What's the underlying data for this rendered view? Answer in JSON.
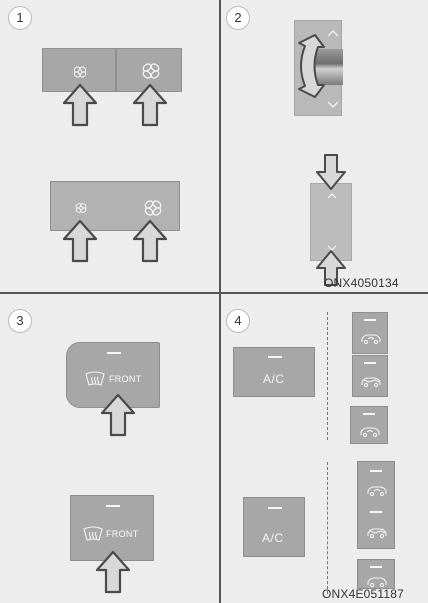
{
  "panels": {
    "p1": {
      "number": "1"
    },
    "p2": {
      "number": "2",
      "code": "ONX4050134"
    },
    "p3": {
      "number": "3",
      "front_label": "FRONT"
    },
    "p4": {
      "number": "4",
      "ac_label": "A/C",
      "code": "ONX4E051187"
    }
  },
  "icons": {
    "fan_low": "fan-low-icon",
    "fan_high": "fan-high-icon",
    "defrost": "front-defrost-icon",
    "recirc": "air-recirculation-icon",
    "arrow": "press-arrow-icon",
    "chevron_up": "chevron-up-icon",
    "chevron_down": "chevron-down-icon",
    "rotate": "rotate-arrow-icon"
  },
  "colors": {
    "background": "#ededed",
    "button": "#a7a7a7",
    "divider": "#555555",
    "arrow_fill": "#d8d8d8",
    "arrow_stroke": "#4a4a4a"
  }
}
